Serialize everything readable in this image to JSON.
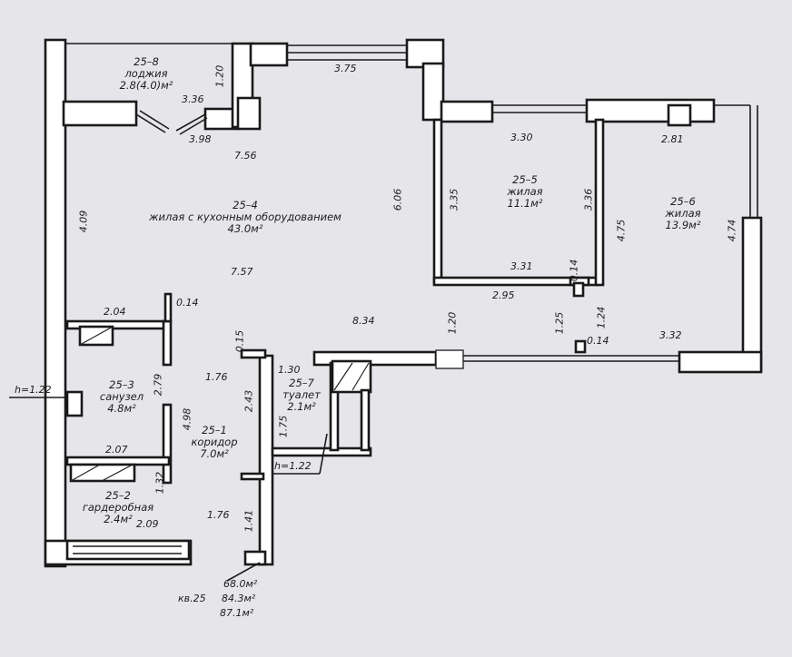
{
  "rooms": {
    "loggia": {
      "id": "25–8",
      "name": "лоджия",
      "area": "2.8(4.0)м²"
    },
    "living": {
      "id": "25–4",
      "name": "жилая с кухонным оборудованием",
      "area": "43.0м²"
    },
    "bedroom1": {
      "id": "25–5",
      "name": "жилая",
      "area": "11.1м²"
    },
    "bedroom2": {
      "id": "25–6",
      "name": "жилая",
      "area": "13.9м²"
    },
    "bathroom": {
      "id": "25–3",
      "name": "санузел",
      "area": "4.8м²"
    },
    "corridor": {
      "id": "25–1",
      "name": "коридор",
      "area": "7.0м²"
    },
    "toilet": {
      "id": "25–7",
      "name": "туалет",
      "area": "2.1м²"
    },
    "wardrobe": {
      "id": "25–2",
      "name": "гардеробная",
      "area": "2.4м²"
    }
  },
  "dimensions": {
    "d_1_20a": "1.20",
    "d_3_75": "3.75",
    "d_3_36a": "3.36",
    "d_3_98": "3.98",
    "d_7_56": "7.56",
    "d_4_09": "4.09",
    "d_6_06": "6.06",
    "d_7_57": "7.57",
    "d_3_30": "3.30",
    "d_3_35": "3.35",
    "d_3_36b": "3.36",
    "d_3_31": "3.31",
    "d_0_14a": "0.14",
    "d_2_95": "2.95",
    "d_2_81": "2.81",
    "d_4_75": "4.75",
    "d_4_74": "4.74",
    "d_2_04": "2.04",
    "d_0_14b": "0.14",
    "d_0_15": "0.15",
    "d_8_34": "8.34",
    "d_1_20b": "1.20",
    "d_1_25": "1.25",
    "d_1_24": "1.24",
    "d_0_14c": "0.14",
    "d_3_32": "3.32",
    "d_2_79": "2.79",
    "d_1_76a": "1.76",
    "d_1_30": "1.30",
    "d_2_43": "2.43",
    "d_4_98": "4.98",
    "d_1_75": "1.75",
    "d_2_07": "2.07",
    "d_1_32": "1.32",
    "d_1_76b": "1.76",
    "d_1_41": "1.41",
    "d_2_09": "2.09"
  },
  "heights": {
    "h1": "h=1.22",
    "h2": "h=1.22"
  },
  "totals": {
    "apt": "кв.25",
    "area1": "68.0м²",
    "area2": "84.3м²",
    "area3": "87.1м²"
  }
}
